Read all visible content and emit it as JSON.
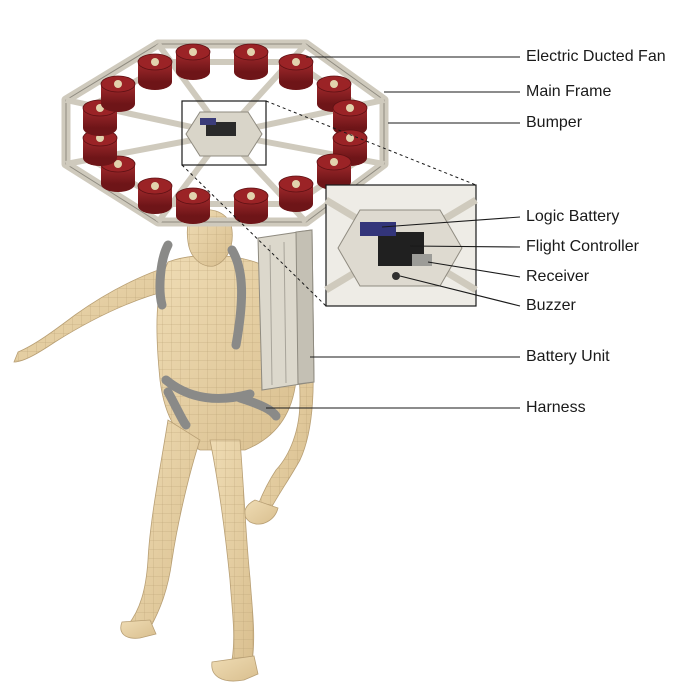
{
  "labels": {
    "electric_ducted_fan": "Electric Ducted Fan",
    "main_frame": "Main Frame",
    "bumper": "Bumper",
    "logic_battery": "Logic Battery",
    "flight_controller": "Flight Controller",
    "receiver": "Receiver",
    "buzzer": "Buzzer",
    "battery_unit": "Battery Unit",
    "harness": "Harness"
  },
  "colors": {
    "fan": "#8c1f22",
    "frame": "#cfcabd",
    "skin": "#e6cfa2",
    "harness": "#8a8a88",
    "leader_line": "#1a1a1a"
  }
}
